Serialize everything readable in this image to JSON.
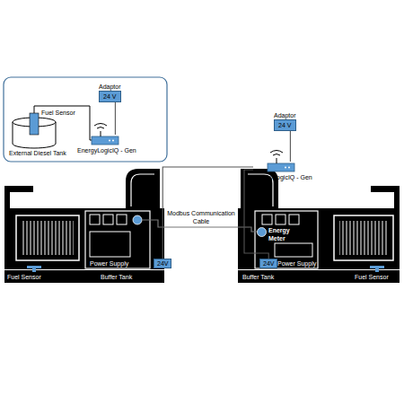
{
  "diagram": {
    "nodes": [
      {
        "text": [
          "Adaptor",
          "24 V"
        ]
      },
      {
        "text": [
          "EnergyLogicIQ - Gen"
        ]
      },
      {
        "text": [
          "Adaptor",
          "24 V"
        ]
      },
      {
        "text": [
          "EnergyLogicIQ - Gen"
        ]
      },
      {
        "text": [
          "24V"
        ]
      },
      {
        "text": [
          "Energy Meter"
        ]
      },
      {
        "text": [
          "24V"
        ]
      }
    ],
    "edges": [
      {
        "from": 0,
        "to": 1,
        "arrow": "none"
      },
      {
        "from": 2,
        "to": 3,
        "arrow": "none"
      },
      {
        "from": 3,
        "to": 4,
        "arrow": "none"
      },
      {
        "from": 3,
        "to": 6,
        "arrow": "none"
      }
    ],
    "labels": [
      "Fuel Sensor",
      "External Diesel Tank",
      "Modbus Communication Cable",
      "Power Supply",
      "Buffer Tank",
      "Fuel Sensor",
      "Power Supply",
      "Buffer Tank",
      "Fuel Sensor"
    ]
  }
}
